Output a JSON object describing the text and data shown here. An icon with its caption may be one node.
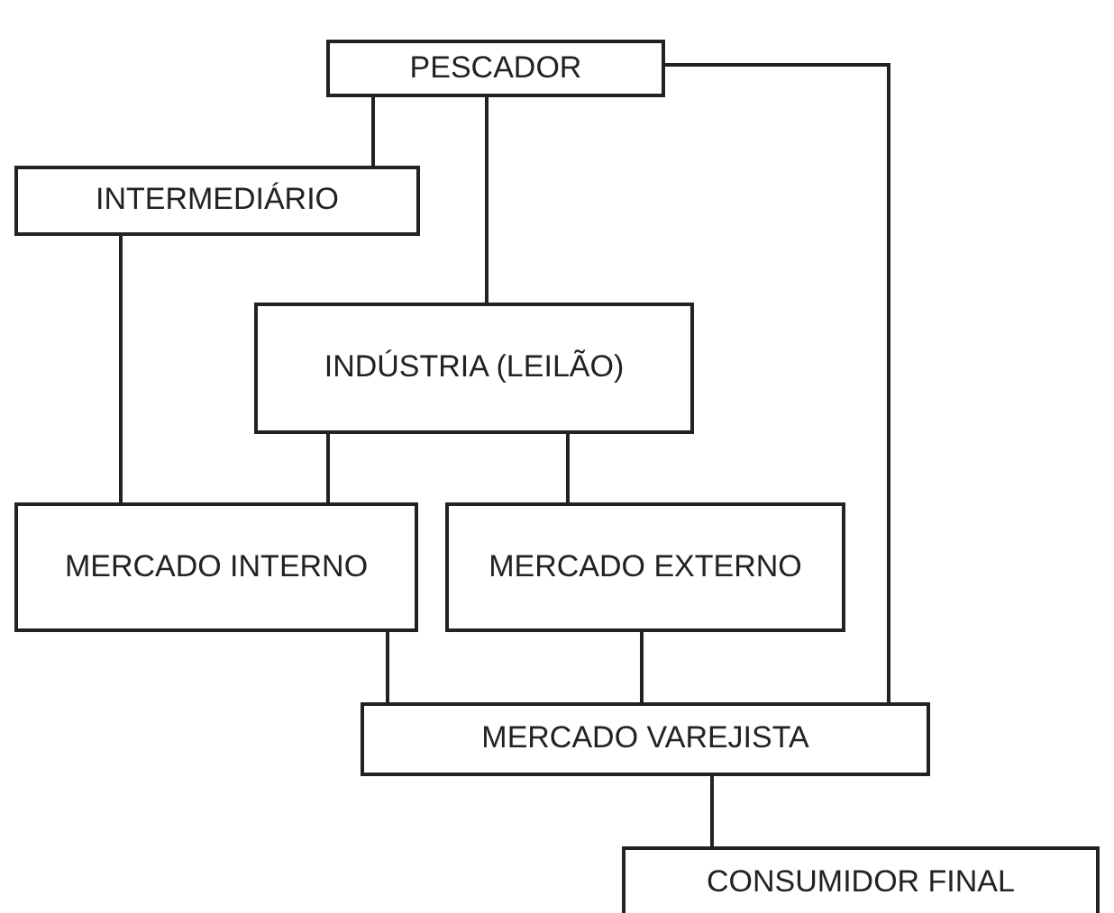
{
  "diagram": {
    "nodes": [
      {
        "text": [
          "PESCADOR"
        ]
      },
      {
        "text": [
          "INTERMEDIÁRIO"
        ]
      },
      {
        "text": [
          "INDÚSTRIA (LEILÃO)"
        ]
      },
      {
        "text": [
          "MERCADO INTERNO"
        ]
      },
      {
        "text": [
          "MERCADO EXTERNO"
        ]
      },
      {
        "text": [
          "MERCADO VAREJISTA"
        ]
      },
      {
        "text": [
          "CONSUMIDOR FINAL"
        ]
      }
    ],
    "edges": [
      {
        "from": 0,
        "to": 1,
        "arrow": "none"
      },
      {
        "from": 0,
        "to": 2,
        "arrow": "none"
      },
      {
        "from": 0,
        "to": 5,
        "arrow": "none"
      },
      {
        "from": 1,
        "to": 3,
        "arrow": "none"
      },
      {
        "from": 2,
        "to": 3,
        "arrow": "none"
      },
      {
        "from": 2,
        "to": 4,
        "arrow": "none"
      },
      {
        "from": 3,
        "to": 5,
        "arrow": "none"
      },
      {
        "from": 4,
        "to": 5,
        "arrow": "none"
      },
      {
        "from": 5,
        "to": 6,
        "arrow": "none"
      }
    ]
  }
}
